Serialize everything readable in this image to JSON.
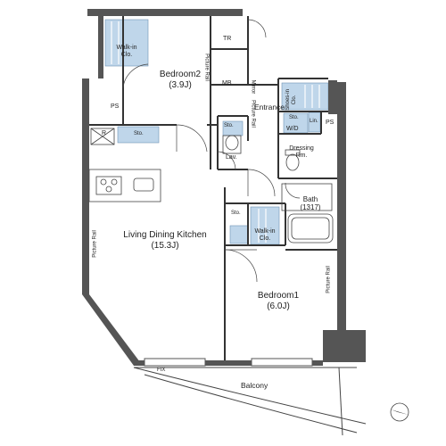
{
  "rooms": {
    "bedroom2": {
      "name": "Bedroom2",
      "size": "(3.9J)"
    },
    "bedroom1": {
      "name": "Bedroom1",
      "size": "(6.0J)"
    },
    "ldk": {
      "name": "Living Dining Kitchen",
      "size": "(15.3J)"
    },
    "bath": {
      "name": "Bath",
      "size": "(1317)"
    },
    "entrance": {
      "name": "Entrance"
    },
    "balcony": {
      "name": "Balcony"
    },
    "dressing": {
      "name": "Dressing",
      "sub": "Rm."
    }
  },
  "fixtures": {
    "walkin_top": {
      "line1": "Walk-in",
      "line2": "Clo."
    },
    "walkin_mid": {
      "line1": "Walk-in",
      "line2": "Clo."
    },
    "shoes": {
      "line1": "Shoes-in",
      "line2": "Clo."
    },
    "tr": "TR",
    "mb": "MB",
    "ps_left": "PS",
    "ps_right": "PS",
    "sto_kitchen": "Sto.",
    "sto_lav": "Sto.",
    "sto_mid": "Sto.",
    "sto_entrance": "Sto.",
    "lav": "Lav.",
    "wd": "W/D",
    "lin": "Lin.",
    "refrigerator": "R",
    "fix": "FIX"
  },
  "rails": {
    "picture_rail": "Picture Rail",
    "mirror": "Mirror"
  },
  "colors": {
    "wall": "#555555",
    "closet_blue": "#bfd6ea",
    "closet_line": "#6f93b5"
  }
}
